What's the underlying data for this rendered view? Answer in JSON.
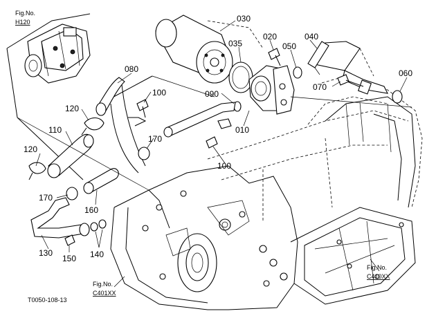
{
  "callouts": [
    {
      "id": "c-030",
      "text": "030"
    },
    {
      "id": "c-020",
      "text": "020"
    },
    {
      "id": "c-040",
      "text": "040"
    },
    {
      "id": "c-035",
      "text": "035"
    },
    {
      "id": "c-050",
      "text": "050"
    },
    {
      "id": "c-060",
      "text": "060"
    },
    {
      "id": "c-080",
      "text": "080"
    },
    {
      "id": "c-100a",
      "text": "100"
    },
    {
      "id": "c-090",
      "text": "090"
    },
    {
      "id": "c-070",
      "text": "070"
    },
    {
      "id": "c-010",
      "text": "010"
    },
    {
      "id": "c-120a",
      "text": "120"
    },
    {
      "id": "c-110",
      "text": "110"
    },
    {
      "id": "c-170a",
      "text": "170"
    },
    {
      "id": "c-120b",
      "text": "120"
    },
    {
      "id": "c-100b",
      "text": "100"
    },
    {
      "id": "c-170b",
      "text": "170"
    },
    {
      "id": "c-160",
      "text": "160"
    },
    {
      "id": "c-130",
      "text": "130"
    },
    {
      "id": "c-140",
      "text": "140"
    },
    {
      "id": "c-150",
      "text": "150"
    }
  ],
  "fig_refs": {
    "h120": {
      "line1": "Fig.No.",
      "line2": "H120"
    },
    "c401": {
      "line1": "Fig.No.",
      "line2": "C401XX"
    },
    "c410": {
      "line1": "Fig.No.",
      "line2": "C410XX"
    }
  },
  "drawing_code": "T0050-108-13"
}
